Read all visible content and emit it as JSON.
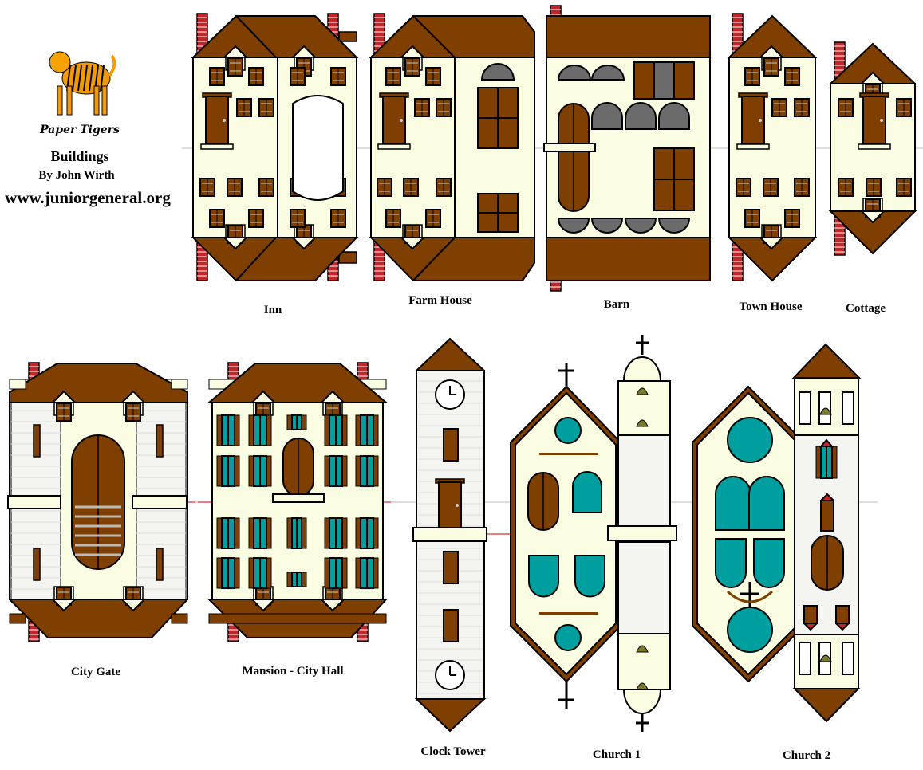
{
  "header": {
    "logo_text": "Paper Tigers",
    "title": "Buildings",
    "author": "By John Wirth",
    "website": "www.juniorgeneral.org"
  },
  "colors": {
    "wall": "#fbfde3",
    "roof": "#7f3f00",
    "brick": "#c0262a",
    "teal": "#009f9f",
    "stone": "#6b6b6b"
  },
  "buildings": [
    {
      "label": "Inn"
    },
    {
      "label": "Farm House"
    },
    {
      "label": "Barn"
    },
    {
      "label": "Town House"
    },
    {
      "label": "Cottage"
    },
    {
      "label": "City Gate"
    },
    {
      "label": "Mansion - City Hall"
    },
    {
      "label": "Clock Tower"
    },
    {
      "label": "Church 1"
    },
    {
      "label": "Church 2"
    }
  ]
}
